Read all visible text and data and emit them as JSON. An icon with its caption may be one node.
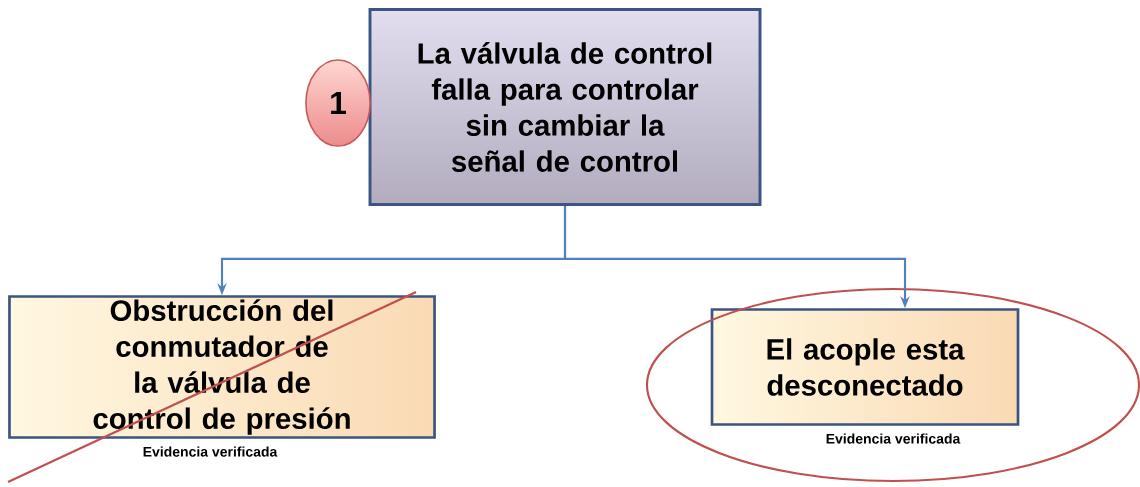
{
  "diagram": {
    "nodes": [
      {
        "text": [
          "La válvula de control falla para controlar sin cambiar la señal de control"
        ]
      },
      {
        "text": [
          "1"
        ]
      },
      {
        "text": [
          "Obstrucción del conmutador de la válvula de control de presión"
        ],
        "beside": [
          "Evidencia verificada"
        ]
      },
      {
        "text": [
          "El acople esta desconectado"
        ],
        "beside": [
          "Evidencia verificada"
        ]
      }
    ],
    "edges": [
      {
        "from": 0,
        "to": 2,
        "arrow": "to"
      },
      {
        "from": 0,
        "to": 3,
        "arrow": "to"
      }
    ]
  }
}
